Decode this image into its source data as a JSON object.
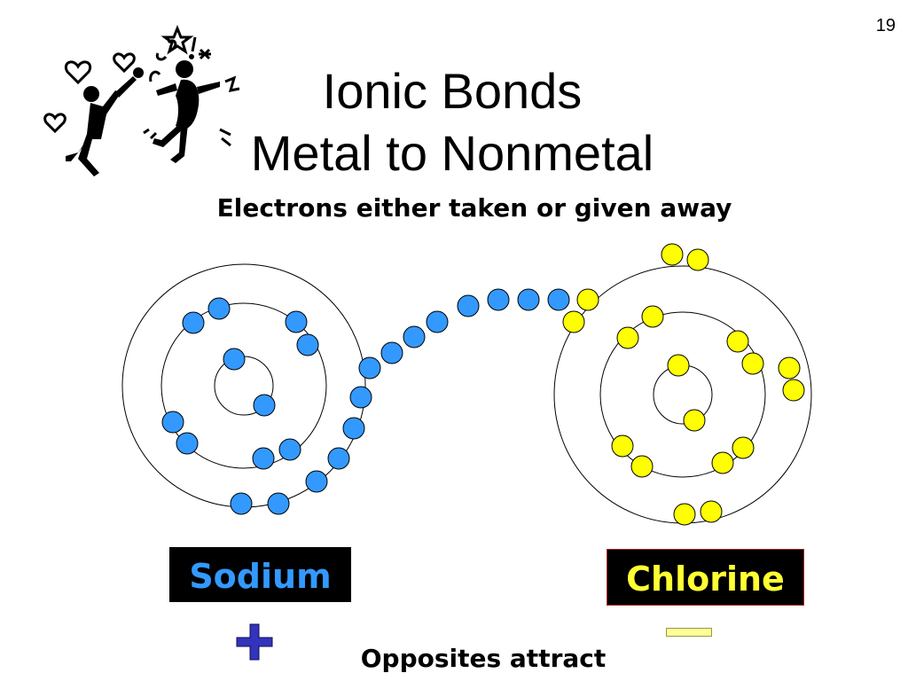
{
  "slide": {
    "number": "19",
    "title_line1": "Ionic Bonds",
    "title_line2": "Metal to Nonmetal",
    "subtitle": "Electrons either taken or given away",
    "footer": "Opposites attract"
  },
  "atoms": {
    "sodium": {
      "label": "Sodium",
      "charge_icon": "plus-icon",
      "electron_color": "#3399ff",
      "label_color": "#3399ff"
    },
    "chlorine": {
      "label": "Chlorine",
      "charge_icon": "minus-icon",
      "electron_color": "#ffff00",
      "label_color": "#ffff33"
    }
  },
  "colors": {
    "plus_sign": "#3333bb",
    "minus_sign": "#ffff99",
    "label_background": "#000000"
  },
  "clipart": {
    "icon": "dancing-couple-hearts-clipart"
  }
}
